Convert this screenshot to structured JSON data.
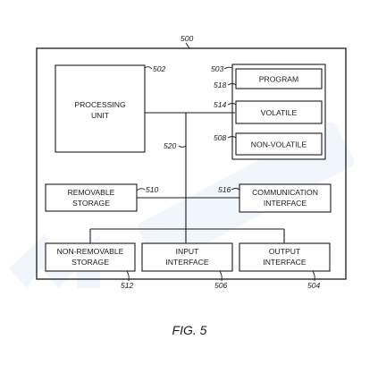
{
  "figure": {
    "caption": "FIG. 5",
    "ref_system": "500",
    "ref_bus": "520"
  },
  "processing_unit": {
    "label_line1": "PROCESSING",
    "label_line2": "UNIT",
    "ref": "502"
  },
  "memory": {
    "ref_group": "503",
    "program": {
      "label": "PROGRAM",
      "ref": "518"
    },
    "volatile": {
      "label": "VOLATILE",
      "ref": "514"
    },
    "non_volatile": {
      "label": "NON-VOLATILE",
      "ref": "508"
    }
  },
  "removable_storage": {
    "label_line1": "REMOVABLE",
    "label_line2": "STORAGE",
    "ref": "510"
  },
  "communication_interface": {
    "label_line1": "COMMUNICATION",
    "label_line2": "INTERFACE",
    "ref": "516"
  },
  "non_removable_storage": {
    "label_line1": "NON-REMOVABLE",
    "label_line2": "STORAGE",
    "ref": "512"
  },
  "input_interface": {
    "label_line1": "INPUT",
    "label_line2": "INTERFACE",
    "ref": "506"
  },
  "output_interface": {
    "label_line1": "OUTPUT",
    "label_line2": "INTERFACE",
    "ref": "504"
  }
}
